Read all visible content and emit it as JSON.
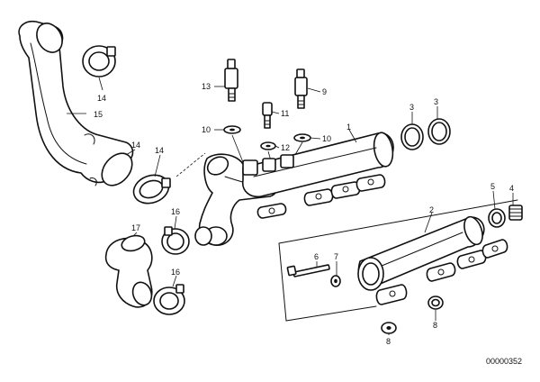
{
  "labels": {
    "p1": "1",
    "p2": "2",
    "p3a": "3",
    "p3b": "3",
    "p4": "4",
    "p5": "5",
    "p6": "6",
    "p7": "7",
    "p8a": "8",
    "p8b": "8",
    "p9": "9",
    "p10a": "10",
    "p10b": "10",
    "p11": "11",
    "p12": "12",
    "p13": "13",
    "p14a": "14",
    "p14b": "14",
    "p14c": "14",
    "p15": "15",
    "p16a": "16",
    "p16b": "16",
    "p17": "17"
  },
  "reference_number": "00000352"
}
